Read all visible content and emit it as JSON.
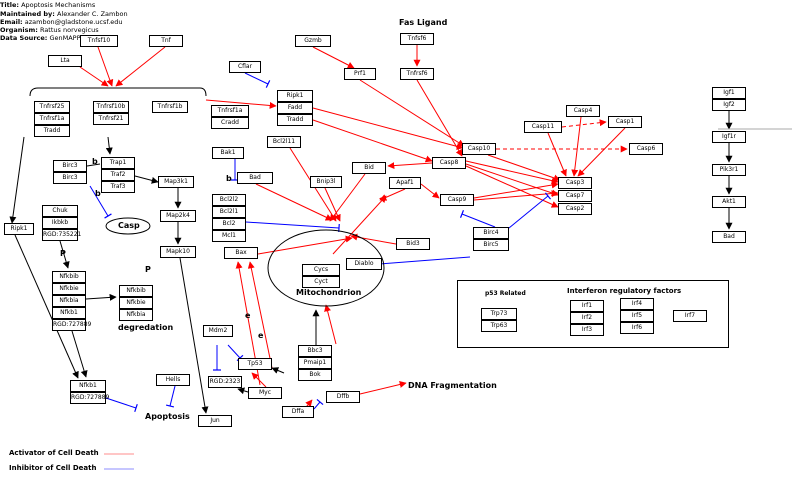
{
  "header": {
    "title_label": "Title:",
    "title": "Apoptosis Mechanisms",
    "maintained_label": "Maintained by:",
    "maintained": "Alexander C. Zambon",
    "email_label": "Email:",
    "email": "azambon@gladstone.ucsf.edu",
    "organism_label": "Organism:",
    "organism": "Rattus norvegicus",
    "source_label": "Data Source:",
    "source": "GenMAPP 2."
  },
  "nodes": {
    "Tnfsf10": "Tnfsf10",
    "Tnf": "Tnf",
    "Lta": "Lta",
    "Cflar": "Cflar",
    "Gzmb": "Gzmb",
    "Prf1": "Prf1",
    "Tnfrsf6": "Tnfrsf6",
    "Tnfsf6": "Tnfsf6",
    "Tnfrsf25": "Tnfrsf25",
    "Tnfrsf1a_a": "Tnfrsf1a",
    "Tradd_a": "Tradd",
    "Tnfrsf10b": "Tnfrsf10b",
    "Tnfrsf21": "Tnfrsf21",
    "Tnfrsf1b": "Tnfrsf1b",
    "Tnfrsf1a_b": "Tnfrsf1a",
    "Cradd": "Cradd",
    "Ripk1_a": "Ripk1",
    "Fadd": "Fadd",
    "Tradd_b": "Tradd",
    "Casp4": "Casp4",
    "Casp11": "Casp11",
    "Casp1": "Casp1",
    "Casp10": "Casp10",
    "Casp6": "Casp6",
    "Bcl2l11": "Bcl2l11",
    "Casp8": "Casp8",
    "Bid": "Bid",
    "Casp3": "Casp3",
    "Casp7": "Casp7",
    "Casp2": "Casp2",
    "Apaf1": "Apaf1",
    "Casp9": "Casp9",
    "Bnip3l": "Bnip3l",
    "Bak1": "Bak1",
    "Bad_a": "Bad",
    "Birc3_a": "Birc3",
    "Birc3_b": "Birc3",
    "Trap1": "Trap1",
    "Traf2": "Traf2",
    "Traf3": "Traf3",
    "Map3k1": "Map3k1",
    "Map2k4": "Map2k4",
    "Mapk10": "Mapk10",
    "Bcl2l2": "Bcl2l2",
    "Bcl2l1": "Bcl2l1",
    "Bcl2": "Bcl2",
    "Mcl1": "Mcl1",
    "Bax": "Bax",
    "Cycs": "Cycs",
    "Cyct": "Cyct",
    "Diablo": "Diablo",
    "Bid3": "Bid3",
    "Birc4": "Birc4",
    "Birc5": "Birc5",
    "Ripk1_b": "Ripk1",
    "Chuk": "Chuk",
    "Ikbkb": "Ikbkb",
    "RGD735221": "RGD:735221",
    "Nfkbib": "Nfkbib",
    "Nfkbie": "Nfkbie",
    "Nfkbia": "Nfkbia",
    "Nfkb1": "Nfkb1",
    "RGD727889": "RGD:727889",
    "Nfkbib2": "Nfkbib",
    "Nfkbie2": "Nfkbie",
    "Nfkbia2": "Nfkbia",
    "Nfkb1b": "Nfkb1",
    "RGD727889b": "RGD:727889",
    "Mdm2": "Mdm2",
    "Tp53": "Tp53",
    "RGD2323": "RGD:2323",
    "Myc": "Myc",
    "Bbc3": "Bbc3",
    "Pmaip1": "Pmaip1",
    "Bok": "Bok",
    "Hells": "Hells",
    "Jun": "Jun",
    "Dffa": "Dffa",
    "Dffb": "Dffb",
    "Trp73": "Trp73",
    "Trp63": "Trp63",
    "Irf1": "Irf1",
    "Irf2": "Irf2",
    "Irf3": "Irf3",
    "Irf4": "Irf4",
    "Irf5": "Irf5",
    "Irf6": "Irf6",
    "Irf7": "Irf7",
    "Igf1": "Igf1",
    "Igf2": "Igf2",
    "Igf1r": "Igf1r",
    "Pik3r1": "Pik3r1",
    "Akt1": "Akt1",
    "Bad_b": "Bad"
  },
  "labels": {
    "fas_ligand": "Fas Ligand",
    "casp": "Casp",
    "mitochondrion": "Mitochondrion",
    "degredation": "degredation",
    "apoptosis": "Apoptosis",
    "dna_frag": "DNA Fragmentation",
    "p53_related": "p53 Related",
    "irf_title": "Interferon regulatory factors",
    "p_mark": "P",
    "p_mark2": "P",
    "b_mark1": "b",
    "b_mark2": "b",
    "b_mark3": "b",
    "e_mark1": "e",
    "e_mark2": "e"
  },
  "legend": {
    "activator": "Activator of Cell Death",
    "inhibitor": "Inhibitor of Cell Death",
    "activator_color": "#ff0000",
    "inhibitor_color": "#0000ff"
  }
}
